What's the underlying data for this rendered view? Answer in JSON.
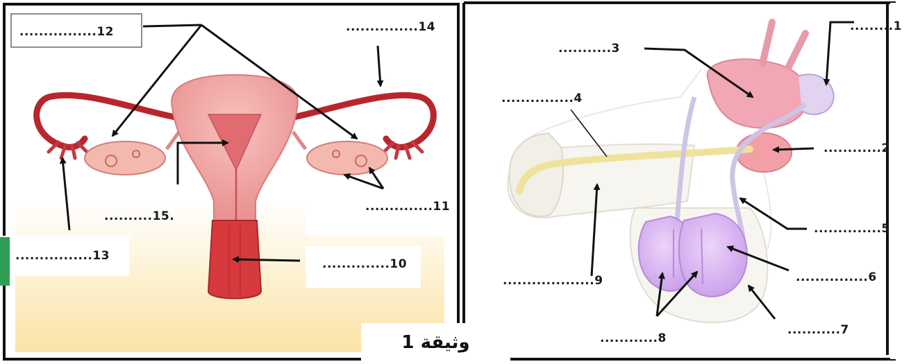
{
  "document_title": "وثيقة 1",
  "female_labels": {
    "l10": "..............10",
    "l11": "..............11",
    "l12": "................12",
    "l13": "................13",
    "l14": "...............14",
    "l15": "..........15."
  },
  "male_labels": {
    "l1": ".........1",
    "l2": "............2",
    "l3": "...........3",
    "l4": "...............4",
    "l5": "..............5",
    "l6": "...............6",
    "l7": "...........7",
    "l8": "............8",
    "l9": "...................9"
  },
  "colors": {
    "uterus": "#ee9a9a",
    "tube": "#b8262c",
    "vagina": "#d63a3d",
    "floor": "#fbe9b6",
    "bladder": "#f1a7b4",
    "testis": "#d4aef0",
    "urethra": "#efe39b"
  }
}
